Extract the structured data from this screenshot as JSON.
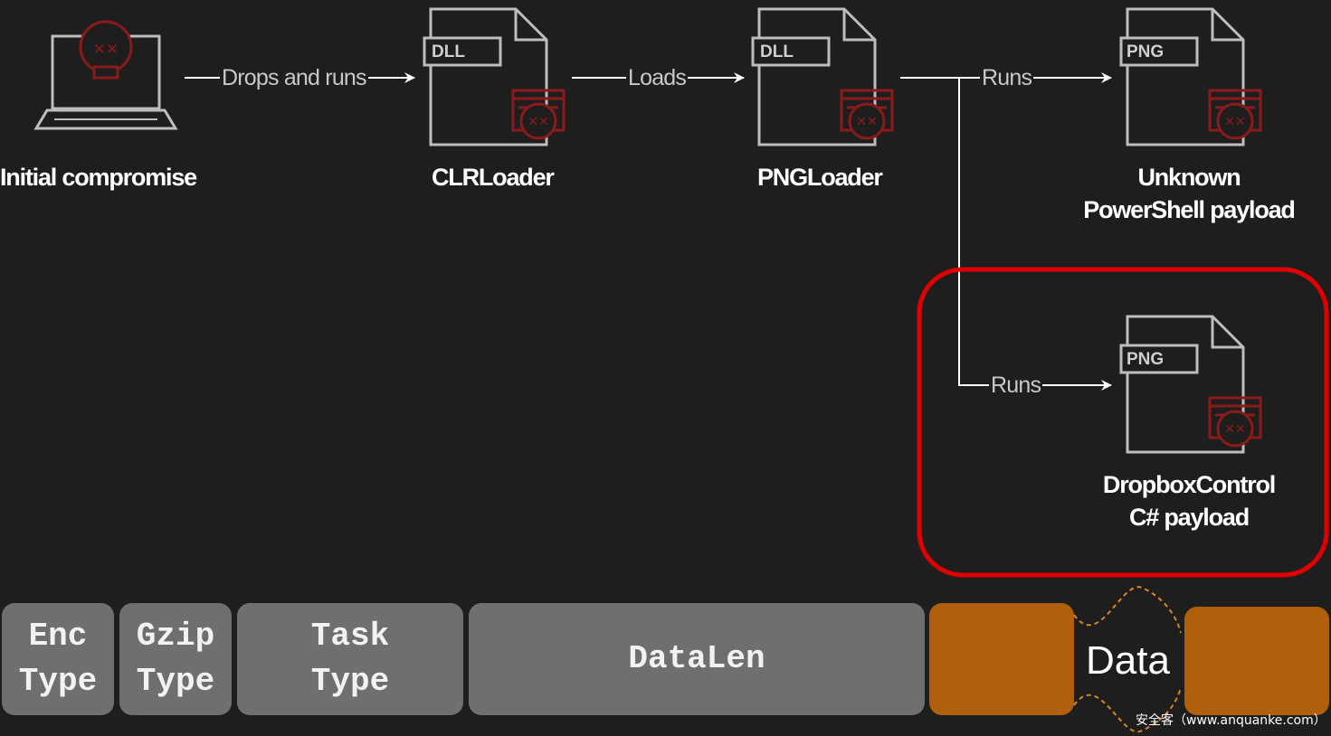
{
  "nodes": {
    "initial": {
      "label": "Initial compromise"
    },
    "clrloader": {
      "label": "CLRLoader",
      "badge": "DLL"
    },
    "pngloader": {
      "label": "PNGLoader",
      "badge": "DLL"
    },
    "powershell": {
      "label_line1": "Unknown",
      "label_line2": "PowerShell payload",
      "badge": "PNG"
    },
    "dropbox": {
      "label_line1": "DropboxControl",
      "label_line2": "C# payload",
      "badge": "PNG"
    }
  },
  "edges": {
    "drops_and_runs": "Drops and runs",
    "loads": "Loads",
    "runs_powershell": "Runs",
    "runs_dropbox": "Runs"
  },
  "packet": {
    "enc_type_line1": "Enc",
    "enc_type_line2": "Type",
    "gzip_type_line1": "Gzip",
    "gzip_type_line2": "Type",
    "task_type_line1": "Task",
    "task_type_line2": "Type",
    "data_len": "DataLen",
    "data": "Data"
  },
  "watermark": "安全客（www.anquanke.com）",
  "colors": {
    "background": "#1e1e1e",
    "outline": "#bdbdbd",
    "malware_red": "#8b1a1a",
    "highlight_red": "#e00000",
    "field_gray": "#6f6f6f",
    "data_orange": "#b0600c"
  }
}
